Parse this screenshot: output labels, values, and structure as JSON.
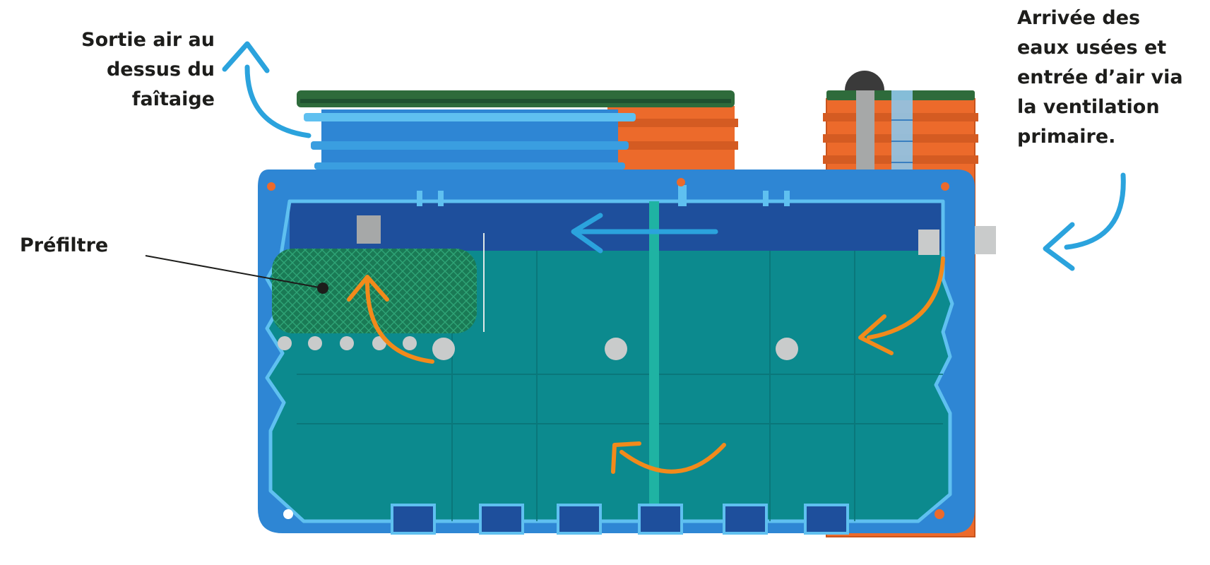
{
  "labels": {
    "air_outlet": "Sortie air au\ndessus du\nfaîtaige",
    "inlet": "Arrivée des\neaux usées et\nentrée d’air via\nla ventilation\nprimaire.",
    "prefilter": "Préfiltre"
  },
  "colors": {
    "text": "#1d1d1b",
    "tank_shell": "#2e86d4",
    "tank_outline": "#5fc0f0",
    "water": "#0c8a8e",
    "air_space": "#1e4f9c",
    "lid": "#2e6b3b",
    "riser_orange": "#ec6a2b",
    "flow_blue_arrow": "#2ba3dd",
    "flow_orange_arrow": "#f28a1b",
    "prefilter_media": "#1a7a55",
    "balls": "#c9cbcb"
  },
  "icons": [
    "air-outlet-arrow-icon",
    "inlet-arrow-icon",
    "air-flow-arrow-icon",
    "water-flow-arrow-icon"
  ]
}
